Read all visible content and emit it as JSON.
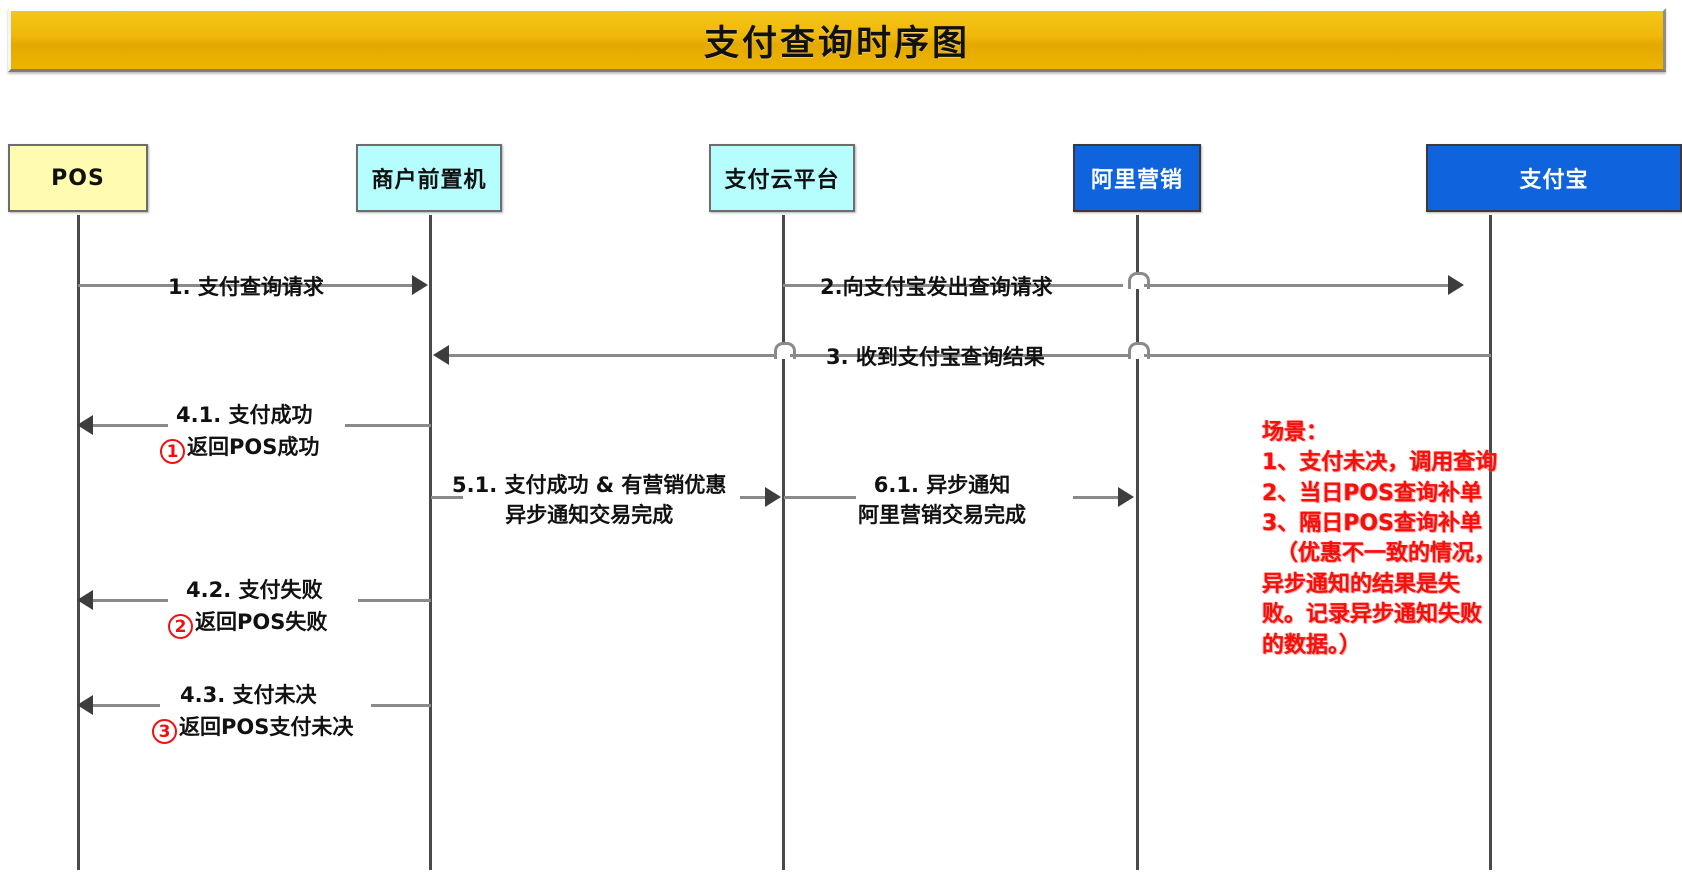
{
  "title": "支付查询时序图",
  "diagram_type": "sequence-diagram",
  "colors": {
    "banner_gold": "#EFB90A",
    "actor_yellow": "#FFFBB0",
    "actor_cyan": "#B6FDFD",
    "actor_blue": "#0F63DD",
    "line_gray": "#8A8A8A",
    "note_red": "#F4110B",
    "number_orange": "#C07000"
  },
  "actors": [
    {
      "id": "pos",
      "label": "POS",
      "style": "yellow"
    },
    {
      "id": "frontend",
      "label": "商户前置机",
      "style": "cyan"
    },
    {
      "id": "cloud",
      "label": "支付云平台",
      "style": "cyan"
    },
    {
      "id": "alimkt",
      "label": "阿里营销",
      "style": "blue"
    },
    {
      "id": "alipay",
      "label": "支付宝",
      "style": "blue"
    }
  ],
  "messages": [
    {
      "seq": "1.",
      "text": "支付查询请求",
      "from": "pos",
      "to": "frontend",
      "direction": "right"
    },
    {
      "seq": "2.",
      "text": "向支付宝发出查询请求",
      "from": "cloud",
      "to": "alipay",
      "direction": "right"
    },
    {
      "seq": "3.",
      "text": "收到支付宝查询结果",
      "from": "alipay",
      "to": "frontend",
      "direction": "left"
    },
    {
      "seq": "4.1.",
      "text": "支付成功",
      "annotation_marker": "1",
      "annotation_text": "返回POS成功",
      "from": "frontend",
      "to": "pos",
      "direction": "left"
    },
    {
      "seq": "5.1.",
      "text_line1": "支付成功 & 有营销优惠",
      "text_line2": "异步通知交易完成",
      "from": "frontend",
      "to": "cloud",
      "direction": "right"
    },
    {
      "seq": "6.1.",
      "text_line1": "异步通知",
      "text_line2": "阿里营销交易完成",
      "from": "cloud",
      "to": "alimkt",
      "direction": "right"
    },
    {
      "seq": "4.2.",
      "text": "支付失败",
      "annotation_marker": "2",
      "annotation_text": "返回POS失败",
      "from": "frontend",
      "to": "pos",
      "direction": "left"
    },
    {
      "seq": "4.3.",
      "text": "支付未决",
      "annotation_marker": "3",
      "annotation_text": "返回POS支付未决",
      "from": "frontend",
      "to": "pos",
      "direction": "left"
    }
  ],
  "note": {
    "heading": "场景：",
    "lines": [
      "1、支付未决，调用查询",
      "2、当日POS查询补单",
      "3、隔日POS查询补单",
      "（优惠不一致的情况，",
      "异步通知的结果是失",
      "败。记录异步通知失败",
      "的数据。）"
    ]
  },
  "labels": {
    "m1": "1. 支付查询请求",
    "m2": "2.向支付宝发出查询请求",
    "m3": "3. 收到支付宝查询结果",
    "m41_top": "4.1. 支付成功",
    "m41_bottom": "返回POS成功",
    "m51_l1": "5.1. 支付成功 & 有营销优惠",
    "m51_l2": "异步通知交易完成",
    "m61_l1": "6.1. 异步通知",
    "m61_l2": "阿里营销交易完成",
    "m42_top": "4.2. 支付失败",
    "m42_bottom": "返回POS失败",
    "m43_top": "4.3. 支付未决",
    "m43_bottom": "返回POS支付未决",
    "marker1": "1",
    "marker2": "2",
    "marker3": "3"
  }
}
